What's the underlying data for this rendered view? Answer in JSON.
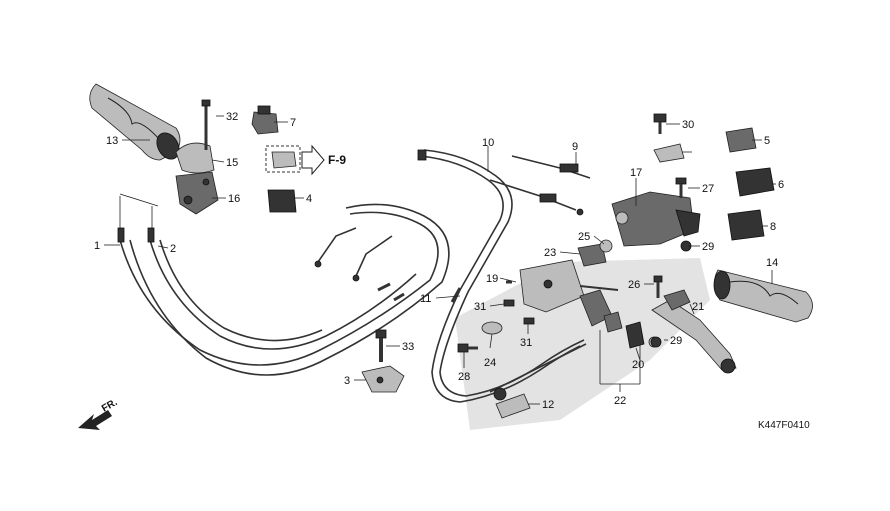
{
  "diagram": {
    "fig_ref": "F-9",
    "direction": "FR.",
    "code": "K447F0410",
    "labels": {
      "l1": "1",
      "l2": "2",
      "l3": "3",
      "l4": "4",
      "l5": "5",
      "l6": "6",
      "l7": "7",
      "l8": "8",
      "l9": "9",
      "l10": "10",
      "l11": "11",
      "l12": "12",
      "l13": "13",
      "l14": "14",
      "l15": "15",
      "l16": "16",
      "l17": "17",
      "l19": "19",
      "l20": "20",
      "l21": "21",
      "l22": "22",
      "l23": "23",
      "l24": "24",
      "l25": "25",
      "l26": "26",
      "l27": "27",
      "l28": "28",
      "l29a": "29",
      "l29b": "29",
      "l30": "30",
      "l31a": "31",
      "l31b": "31",
      "l32": "32",
      "l33": "33"
    }
  }
}
